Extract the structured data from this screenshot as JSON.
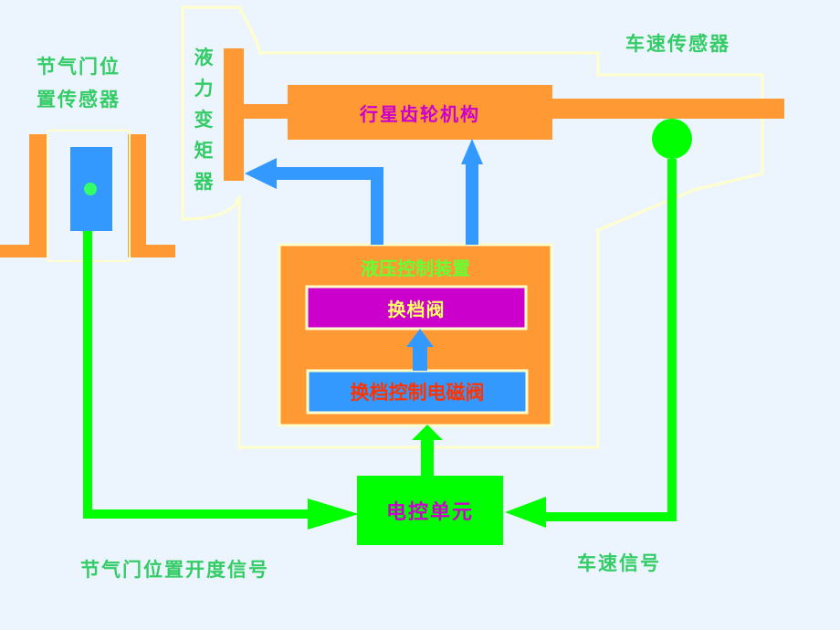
{
  "labels": {
    "throttle_sensor_line1": "节气门位",
    "throttle_sensor_line2": "置传感器",
    "torque_converter_chars": [
      "液",
      "力",
      "变",
      "矩",
      "器"
    ],
    "planetary_gear": "行星齿轮机构",
    "speed_sensor": "车速传感器",
    "hydraulic_control": "液压控制装置",
    "shift_valve": "换档阀",
    "shift_solenoid": "换档控制电磁阀",
    "ecu": "电控单元",
    "throttle_signal": "节气门位置开度信号",
    "speed_signal": "车速信号"
  },
  "colors": {
    "background": "#ecf5fd",
    "orange": "#ff9933",
    "blue": "#3399ff",
    "green": "#00ff00",
    "magenta": "#cc00cc",
    "outline": "#ffffcc",
    "label_green": "#33cc66",
    "text_red": "#ff3300",
    "text_yellow": "#ffff66"
  }
}
